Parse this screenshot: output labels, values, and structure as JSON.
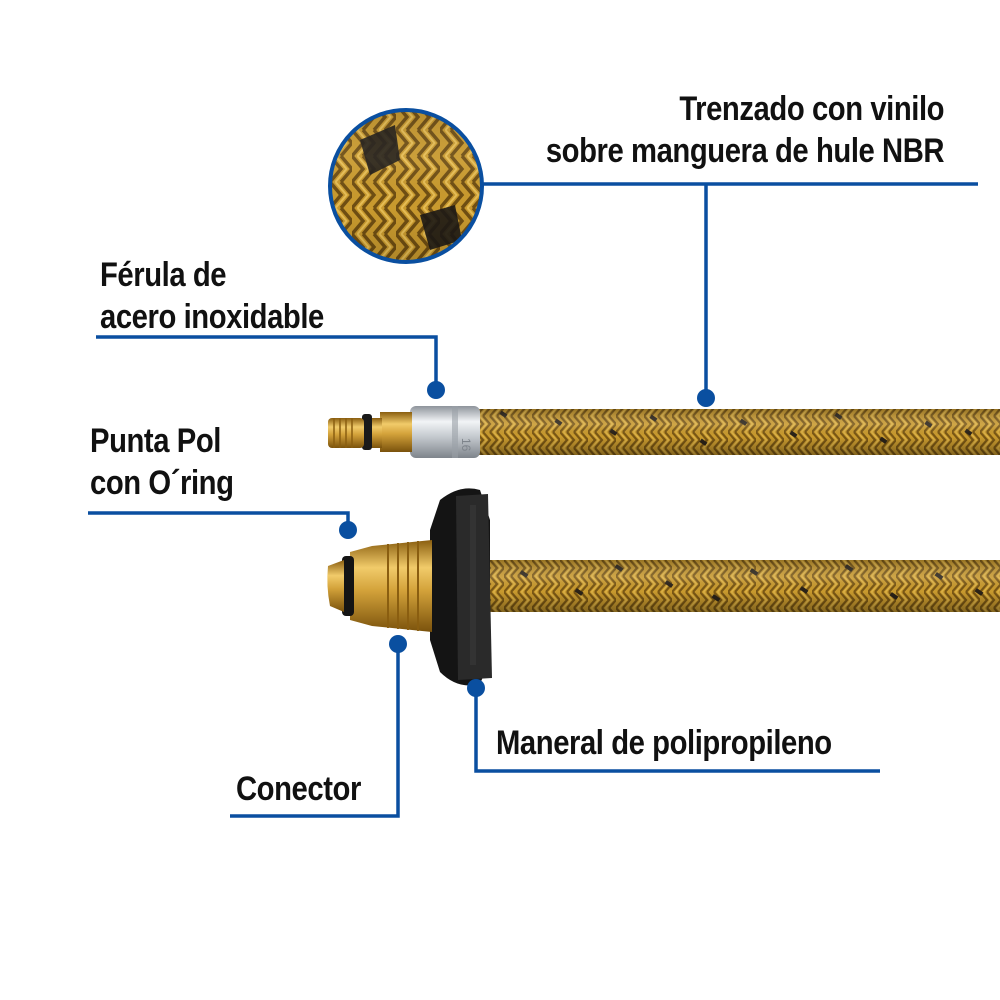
{
  "colors": {
    "callout_line": "#0a4fa0",
    "braid_gold": "#c99a2e",
    "braid_dark": "#6f4e12",
    "braid_stripe": "#2a2218",
    "brass": "#d9a83a",
    "steel": "#c9cdd2",
    "handle": "#141414",
    "text": "#111111"
  },
  "callouts": {
    "braid": {
      "line1": "Trenzado con vinilo",
      "line2": "sobre manguera de hule NBR",
      "icon": "braid-detail-icon"
    },
    "ferrule": {
      "line1": "Férula de",
      "line2": "acero inoxidable"
    },
    "tip": {
      "line1": "Punta Pol",
      "line2": "con O´ring"
    },
    "handle": {
      "text": "Maneral de polipropileno"
    },
    "connector": {
      "text": "Conector"
    }
  }
}
